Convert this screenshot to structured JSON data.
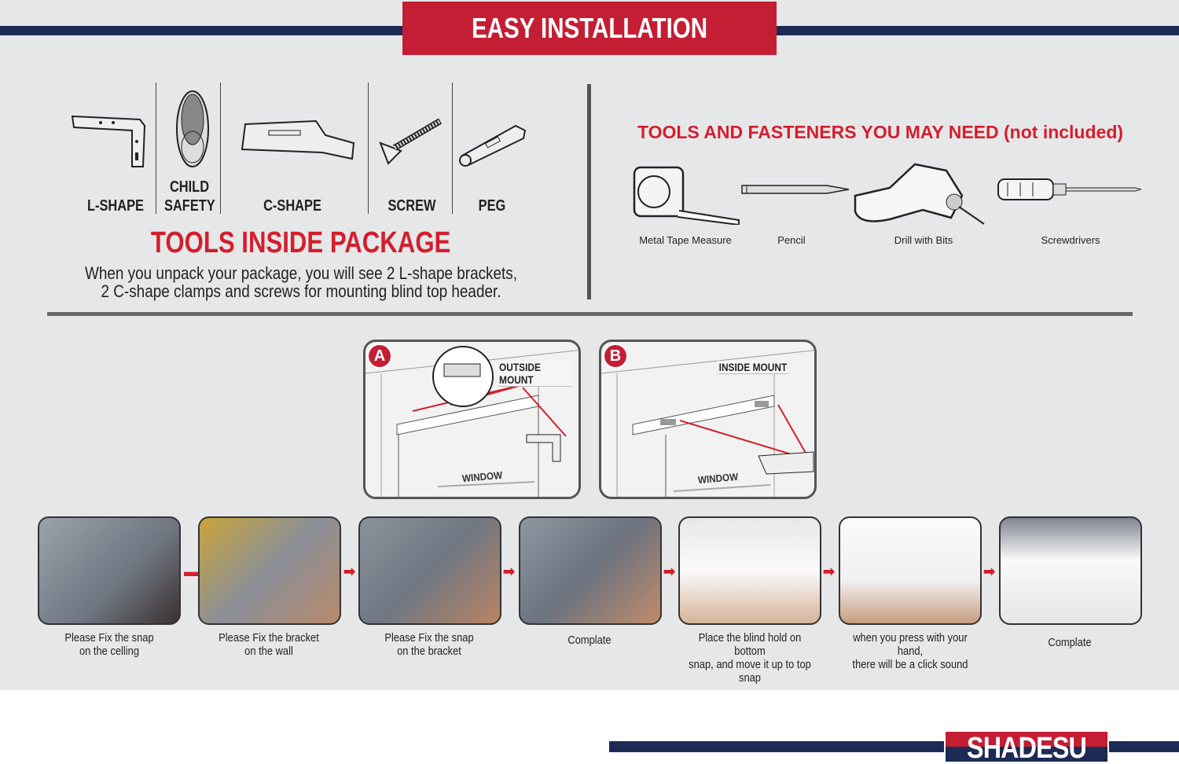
{
  "header": {
    "title": "EASY INSTALLATION"
  },
  "package": {
    "items": [
      {
        "label": "L-SHAPE"
      },
      {
        "label": "CHILD SAFETY"
      },
      {
        "label": "C-SHAPE"
      },
      {
        "label": "SCREW"
      },
      {
        "label": "PEG"
      }
    ],
    "title": "TOOLS INSIDE PACKAGE",
    "desc_line1": "When you unpack your package, you will see 2 L-shape brackets,",
    "desc_line2": "2 C-shape clamps and screws for mounting blind top header."
  },
  "tools": {
    "title": "TOOLS AND FASTENERS YOU MAY NEED (not included)",
    "items": [
      {
        "label": "Metal Tape Measure"
      },
      {
        "label": "Pencil"
      },
      {
        "label": "Drill with Bits"
      },
      {
        "label": "Screwdrivers"
      }
    ]
  },
  "diagrams": [
    {
      "badge": "A",
      "title": "OUTSIDE MOUNT",
      "window": "WINDOW"
    },
    {
      "badge": "B",
      "title": "INSIDE MOUNT",
      "window": "WINDOW"
    }
  ],
  "steps": [
    {
      "line1": "Please Fix the snap",
      "line2": "on the celling"
    },
    {
      "line1": "Please Fix the bracket",
      "line2": "on the wall"
    },
    {
      "line1": "Please Fix the snap",
      "line2": "on the bracket"
    },
    {
      "line1": "Complate",
      "line2": ""
    },
    {
      "line1": "Place the blind hold on bottom",
      "line2": "snap, and move it up to top snap"
    },
    {
      "line1": "when you press with your hand,",
      "line2": "there will be a click sound"
    },
    {
      "line1": "Complate",
      "line2": ""
    }
  ],
  "brand": {
    "logo": "SHADESU"
  },
  "colors": {
    "red": "#c41e34",
    "navy": "#1c2b55",
    "background": "#e6e7e9"
  }
}
